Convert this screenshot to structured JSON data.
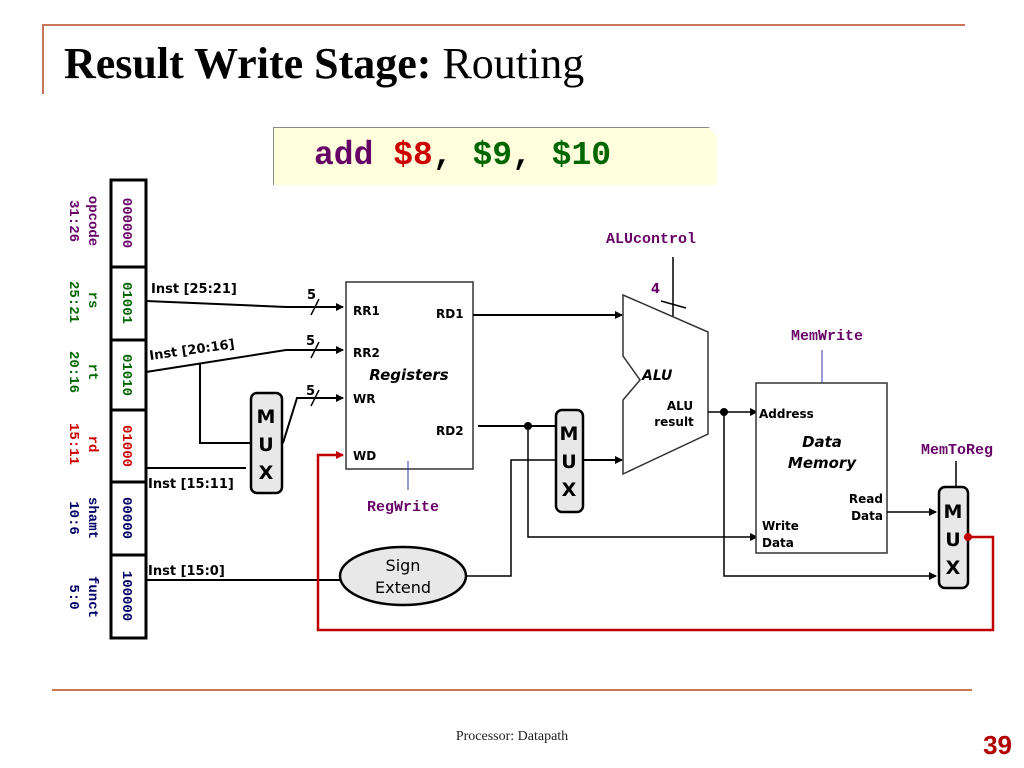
{
  "slide": {
    "title_bold": "Result Write Stage:",
    "title_rest": " Routing",
    "footer": "Processor: Datapath",
    "page_number": "39",
    "accent_color": "#c9775a"
  },
  "instruction": {
    "op": "add",
    "rd": "$8",
    "sep1": ", ",
    "rs": "$9",
    "sep2": ", ",
    "rt": "$10",
    "colors": {
      "op": "#660066",
      "rd": "#cc0000",
      "rs_rt": "#006600"
    }
  },
  "instruction_fields": [
    {
      "name": "opcode",
      "bits": "31:26",
      "value": "000000",
      "color": "#660066"
    },
    {
      "name": "rs",
      "bits": "25:21",
      "value": "01001",
      "color": "#006600"
    },
    {
      "name": "rt",
      "bits": "20:16",
      "value": "01010",
      "color": "#006600"
    },
    {
      "name": "rd",
      "bits": "15:11",
      "value": "01000",
      "color": "#cc0000"
    },
    {
      "name": "shamt",
      "bits": "10:6",
      "value": "00000",
      "color": "#000066"
    },
    {
      "name": "funct",
      "bits": "5:0",
      "value": "100000",
      "color": "#000066"
    }
  ],
  "wires": {
    "inst_25_21": "Inst [25:21]",
    "inst_20_16": "Inst [20:16]",
    "inst_15_11": "Inst [15:11]",
    "inst_15_0": "Inst [15:0]",
    "width_5": "5",
    "width_4": "4"
  },
  "registers": {
    "label": "Registers",
    "rr1": "RR1",
    "rr2": "RR2",
    "wr": "WR",
    "wd": "WD",
    "rd1": "RD1",
    "rd2": "RD2"
  },
  "mux": {
    "m": "M",
    "u": "U",
    "x": "X"
  },
  "alu": {
    "label": "ALU",
    "result1": "ALU",
    "result2": "result"
  },
  "sign_extend": {
    "line1": "Sign",
    "line2": "Extend"
  },
  "data_memory": {
    "label1": "Data",
    "label2": "Memory",
    "address": "Address",
    "read1": "Read",
    "read2": "Data",
    "write1": "Write",
    "write2": "Data"
  },
  "control_signals": {
    "alu_control": "ALUcontrol",
    "reg_write": "RegWrite",
    "mem_write": "MemWrite",
    "mem_to_reg": "MemToReg",
    "color": "#660066"
  }
}
